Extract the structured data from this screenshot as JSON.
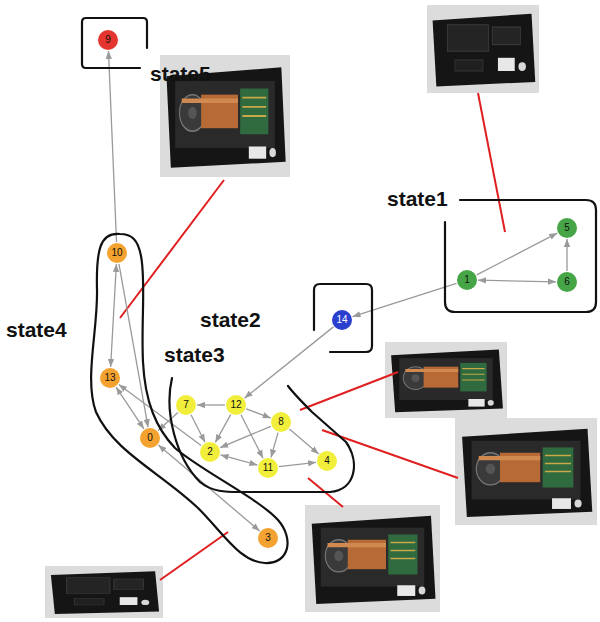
{
  "diagram": {
    "nodes": [
      {
        "text": [
          "state5"
        ]
      },
      {
        "text": [
          "9"
        ],
        "in": 0
      },
      {
        "text": [
          "state1"
        ]
      },
      {
        "text": [
          "5"
        ],
        "in": 2
      },
      {
        "text": [
          "1"
        ],
        "in": 2
      },
      {
        "text": [
          "6"
        ],
        "in": 2
      },
      {
        "text": [
          "state4"
        ]
      },
      {
        "text": [
          "10"
        ],
        "in": 6
      },
      {
        "text": [
          "13"
        ],
        "in": 6
      },
      {
        "text": [
          "0"
        ],
        "in": 6
      },
      {
        "text": [
          "3"
        ],
        "in": 6
      },
      {
        "text": [
          "state2"
        ]
      },
      {
        "text": [
          "14"
        ],
        "in": 11
      },
      {
        "text": [
          "state3"
        ]
      },
      {
        "text": [
          "7"
        ],
        "in": 13
      },
      {
        "text": [
          "12"
        ],
        "in": 13
      },
      {
        "text": [
          "8"
        ],
        "in": 13
      },
      {
        "text": [
          "2"
        ],
        "in": 13
      },
      {
        "text": [
          "11"
        ],
        "in": 13
      },
      {
        "text": [
          "4"
        ],
        "in": 13
      }
    ],
    "edges": [
      {
        "from": 7,
        "to": 1,
        "arrow": "to"
      },
      {
        "from": 7,
        "to": 8,
        "arrow": "both"
      },
      {
        "from": 7,
        "to": 9,
        "arrow": "to"
      },
      {
        "from": 8,
        "to": 9,
        "arrow": "both"
      },
      {
        "from": 9,
        "to": 10,
        "arrow": "both"
      },
      {
        "from": 17,
        "to": 8,
        "arrow": "to"
      },
      {
        "from": 14,
        "to": 9,
        "arrow": "to"
      },
      {
        "from": 4,
        "to": 3,
        "arrow": "to"
      },
      {
        "from": 5,
        "to": 3,
        "arrow": "to"
      },
      {
        "from": 4,
        "to": 5,
        "arrow": "both"
      },
      {
        "from": 4,
        "to": 12,
        "arrow": "to"
      },
      {
        "from": 12,
        "to": 15,
        "arrow": "to"
      },
      {
        "from": 15,
        "to": 14,
        "arrow": "to"
      },
      {
        "from": 15,
        "to": 16,
        "arrow": "to"
      },
      {
        "from": 15,
        "to": 17,
        "arrow": "to"
      },
      {
        "from": 15,
        "to": 18,
        "arrow": "to"
      },
      {
        "from": 16,
        "to": 17,
        "arrow": "to"
      },
      {
        "from": 16,
        "to": 18,
        "arrow": "to"
      },
      {
        "from": 16,
        "to": 19,
        "arrow": "to"
      },
      {
        "from": 17,
        "to": 18,
        "arrow": "both"
      },
      {
        "from": 14,
        "to": 17,
        "arrow": "to"
      },
      {
        "from": 18,
        "to": 19,
        "arrow": "to"
      }
    ]
  }
}
